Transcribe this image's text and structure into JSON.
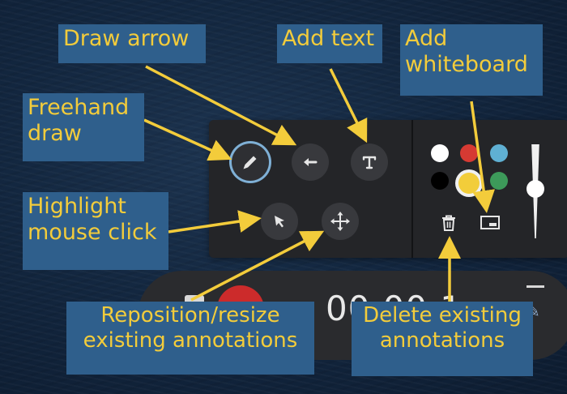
{
  "recording_bar": {
    "timer": "00:00:1"
  },
  "palette": {
    "colors": [
      "#ffffff",
      "#d63a33",
      "#5fb0d3",
      "#000000",
      "#f2cd3a",
      "#3d9a5a"
    ],
    "selected": "#f2cd3a",
    "accent": "#f3cc3b",
    "callout_bg": "#2f5f8c"
  },
  "tools": {
    "freehand": "pencil-icon",
    "arrow": "arrow-icon",
    "text": "text-icon",
    "highlight": "cursor-icon",
    "move": "move-icon",
    "delete": "trash-icon",
    "whiteboard": "whiteboard-icon"
  },
  "callouts": {
    "draw_arrow": "Draw arrow",
    "add_text": "Add text",
    "add_whiteboard_line1": "Add",
    "add_whiteboard_line2": "whiteboard",
    "freehand_line1": "Freehand",
    "freehand_line2": "draw",
    "highlight_line1": "Highlight",
    "highlight_line2": "mouse click",
    "reposition_line1": "Reposition/resize",
    "reposition_line2": "existing annotations",
    "delete_line1": "Delete existing",
    "delete_line2": "annotations"
  }
}
